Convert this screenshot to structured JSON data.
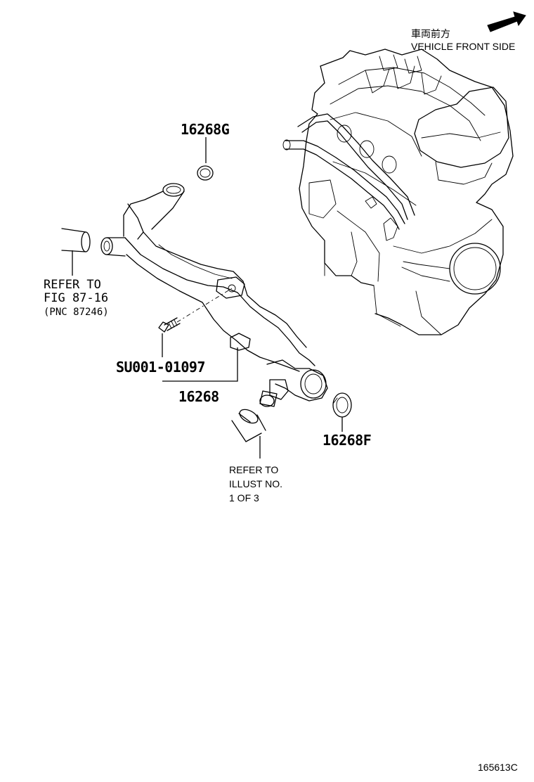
{
  "orientation": {
    "japanese": "車両前方",
    "english": "VEHICLE FRONT SIDE"
  },
  "parts": {
    "oring_top": "16268G",
    "bolt": "SU001-01097",
    "pipe": "16268",
    "gasket": "16268F"
  },
  "references": {
    "left_line1": "REFER TO",
    "left_line2": "FIG 87-16",
    "left_line3": "(PNC 87246)",
    "bottom_line1": "REFER TO",
    "bottom_line2": "ILLUST NO.",
    "bottom_line3": "1 OF 3"
  },
  "illustration_code": "165613C"
}
